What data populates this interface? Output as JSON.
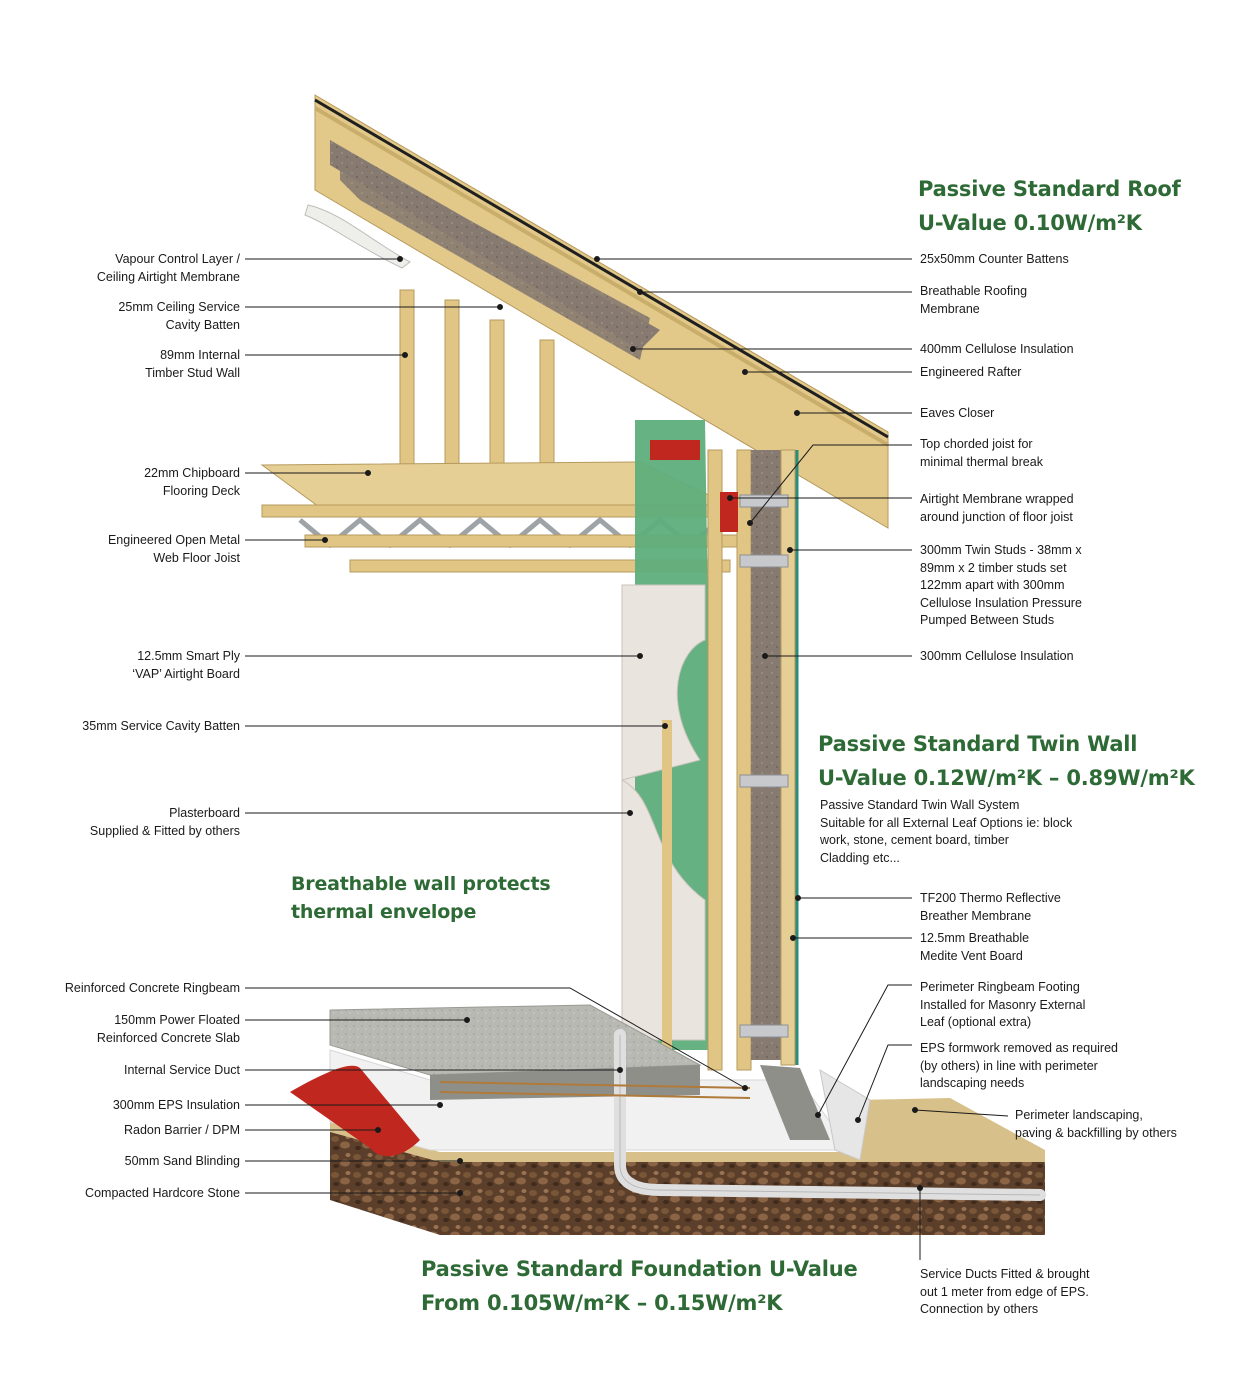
{
  "headings": {
    "roof": "Passive Standard Roof\nU-Value 0.10W/m²K",
    "wall": "Passive Standard Twin Wall\nU-Value 0.12W/m²K – 0.89W/m²K",
    "breathable": "Breathable wall protects\nthermal envelope",
    "foundation": "Passive Standard Foundation U-Value\nFrom 0.105W/m²K – 0.15W/m²K"
  },
  "wall_note": "Passive Standard Twin Wall System\nSuitable for all External Leaf Options ie: block\nwork, stone, cement board, timber\nCladding etc...",
  "left_labels": [
    "Vapour Control Layer /\nCeiling Airtight Membrane",
    "25mm Ceiling Service\nCavity Batten",
    "89mm Internal\nTimber Stud Wall",
    "22mm Chipboard\nFlooring Deck",
    "Engineered Open Metal\nWeb Floor Joist",
    "12.5mm Smart Ply\n‘VAP’ Airtight Board",
    "35mm Service Cavity Batten",
    "Plasterboard\nSupplied & Fitted by others",
    "Reinforced Concrete Ringbeam",
    "150mm Power Floated\nReinforced Concrete Slab",
    "Internal Service Duct",
    "300mm EPS Insulation",
    "Radon Barrier / DPM",
    "50mm Sand Blinding",
    "Compacted Hardcore Stone"
  ],
  "right_labels": [
    "25x50mm Counter Battens",
    "Breathable Roofing\nMembrane",
    "400mm Cellulose Insulation",
    "Engineered Rafter",
    "Eaves Closer",
    "Top chorded joist for\nminimal thermal break",
    "Airtight Membrane wrapped\naround junction of floor joist",
    "300mm Twin Studs - 38mm x\n89mm x 2 timber studs set\n122mm apart with 300mm\nCellulose Insulation Pressure\nPumped Between Studs",
    "300mm Cellulose Insulation",
    "TF200 Thermo Reflective\nBreather Membrane",
    "12.5mm Breathable\nMedite Vent Board",
    "Perimeter Ringbeam Footing\nInstalled for Masonry External\nLeaf (optional extra)",
    "EPS formwork removed as required\n(by others) in line with perimeter\nlandscaping needs",
    "Perimeter landscaping,\npaving & backfilling by others",
    "Service Ducts Fitted & brought\nout 1 meter from edge of EPS.\nConnection by others"
  ],
  "colors": {
    "heading_green": "#2e6a35",
    "timber": "#e2c98a",
    "cellulose": "#8a7d74",
    "airtight_board": "#5fae7c",
    "radon_barrier": "#c0281f",
    "concrete": "#b5b5b0",
    "hardcore": "#5b3f2b",
    "eps": "#f1f1f1"
  }
}
